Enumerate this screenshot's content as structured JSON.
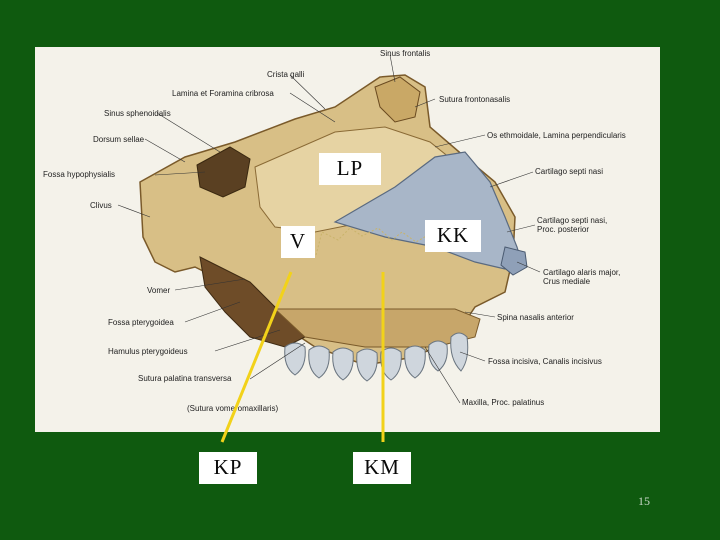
{
  "figure": {
    "labels": {
      "sinus_frontalis": "Sinus frontalis",
      "crista_galli": "Crista galli",
      "lamina_foramina": "Lamina et Foramina cribrosa",
      "sutura_frontonasalis": "Sutura frontonasalis",
      "sinus_sphenoidalis": "Sinus sphenoidalis",
      "os_ethmoidale": "Os ethmoidale, Lamina perpendicularis",
      "dorsum_sellae": "Dorsum sellae",
      "fossa_hypophysialis": "Fossa hypophysialis",
      "cartilago_septi_nasi": "Cartilago septi nasi",
      "clivus": "Clivus",
      "cartilago_proc_posterior": "Cartilago septi nasi,\nProc. posterior",
      "cartilago_alaris": "Cartilago alaris major,\nCrus mediale",
      "vomer": "Vomer",
      "fossa_pterygoidea": "Fossa pterygoidea",
      "spina_nasalis": "Spina nasalis anterior",
      "hamulus": "Hamulus pterygoideus",
      "fossa_incisiva": "Fossa incisiva, Canalis incisivus",
      "sutura_palatina": "Sutura palatina transversa",
      "sutura_vomeromaxillaris": "(Sutura vomeromaxillaris)",
      "maxilla": "Maxilla, Proc. palatinus"
    }
  },
  "markers": {
    "lp": "LP",
    "kk": "KK",
    "v": "V",
    "kp": "KP",
    "km": "KM"
  },
  "page_number": "15",
  "colors": {
    "background": "#0f5a0f",
    "pointer": "#f2d21a"
  }
}
